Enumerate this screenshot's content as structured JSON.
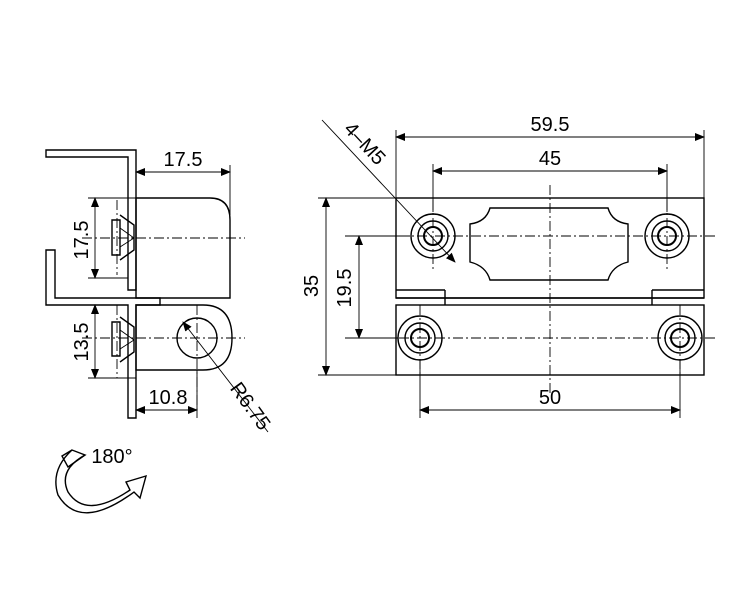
{
  "dimensions": {
    "side_width": "17.5",
    "side_upper_height": "17.5",
    "side_lower_height": "13.5",
    "side_bottom_offset": "10.8",
    "radius": "R6.75",
    "rotation": "180°",
    "holes": "4–M5",
    "overall_length": "59.5",
    "top_hole_spacing": "45",
    "overall_height": "35",
    "upper_part_height": "19.5",
    "bottom_hole_spacing": "50"
  }
}
